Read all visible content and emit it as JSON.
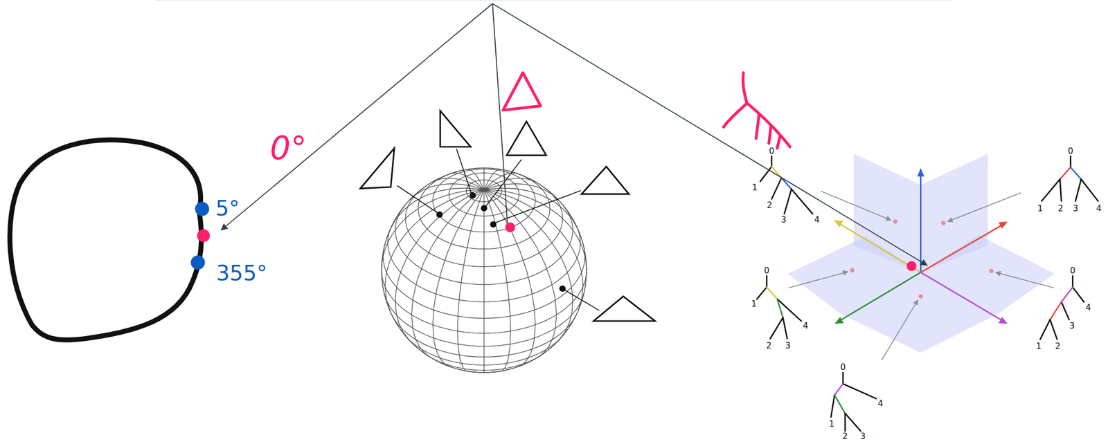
{
  "diagram": {
    "labels": [
      "0°",
      "5°",
      "355°",
      "0",
      "1",
      "2",
      "3",
      "4",
      "0",
      "1",
      "2",
      "3",
      "4",
      "0",
      "1",
      "4",
      "2",
      "3",
      "0",
      "4",
      "3",
      "1",
      "2",
      "0",
      "4",
      "1",
      "2",
      "3"
    ]
  }
}
